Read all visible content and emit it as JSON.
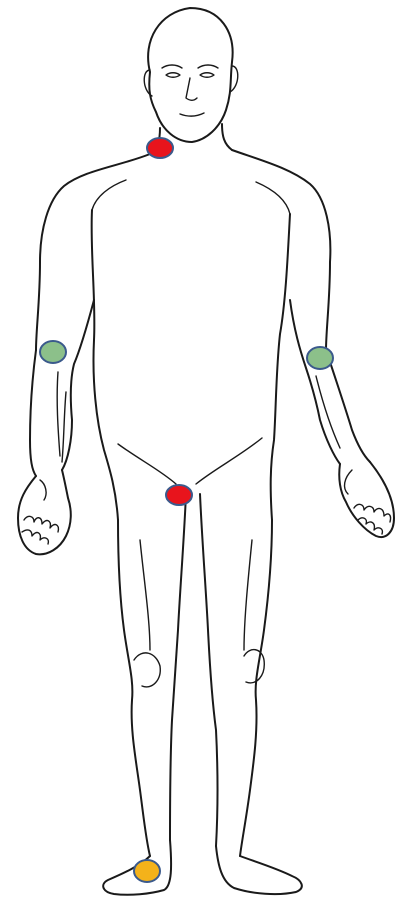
{
  "figure": {
    "background": "#ffffff",
    "line_color": "#1a1a1a",
    "marker_stroke": "#3b5a8c"
  },
  "markers": [
    {
      "id": "neck",
      "label_name": "neck-marker",
      "color": "#e8141c"
    },
    {
      "id": "groin",
      "label_name": "groin-marker",
      "color": "#e8141c"
    },
    {
      "id": "left-elbow",
      "label_name": "left-elbow-marker",
      "color": "#8cc08a"
    },
    {
      "id": "right-elbow",
      "label_name": "right-elbow-marker",
      "color": "#8cc08a"
    },
    {
      "id": "ankle",
      "label_name": "ankle-marker",
      "color": "#f4b21a"
    }
  ]
}
